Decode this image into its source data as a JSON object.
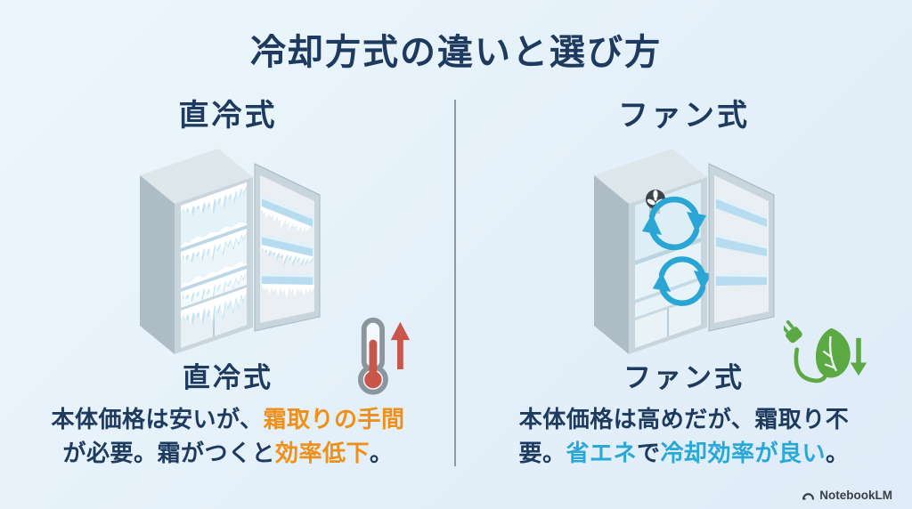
{
  "page": {
    "title": "冷却方式の違いと選び方"
  },
  "columns": {
    "left": {
      "heading": "直冷式",
      "subtitle": "直冷式",
      "illustration": "frosted-refrigerator-with-open-door",
      "icon": "thermometer-with-up-arrow",
      "description": {
        "line1": {
          "s1": "本体価格は安いが、",
          "s2": "霜取りの手間"
        },
        "line2": {
          "s1": "が必要。霜がつくと",
          "s2": "効率低下",
          "s3": "。"
        }
      }
    },
    "right": {
      "heading": "ファン式",
      "subtitle": "ファン式",
      "illustration": "fan-refrigerator-with-air-circulation",
      "icon": "eco-plug-leaf-with-down-arrow",
      "description": {
        "line1": {
          "s1": "本体価格は高めだが、霜取り不"
        },
        "line2": {
          "s1": "要。",
          "s2": "省エネ",
          "s3": "で",
          "s4": "冷却効率が良い",
          "s5": "。"
        }
      }
    }
  },
  "footer": {
    "brand": "NotebookLM"
  },
  "colors": {
    "background": "#e6f1fa",
    "accent_navy": "#1e3a5e",
    "accent_orange": "#ef9119",
    "accent_cyan": "#29a8d8",
    "frost_blue": "#cfe9f6",
    "arrow_blue": "#2aa6d4",
    "eco_green": "#5ca944",
    "alert_red": "#c9564a",
    "divider_gray": "#8e9ba6"
  }
}
